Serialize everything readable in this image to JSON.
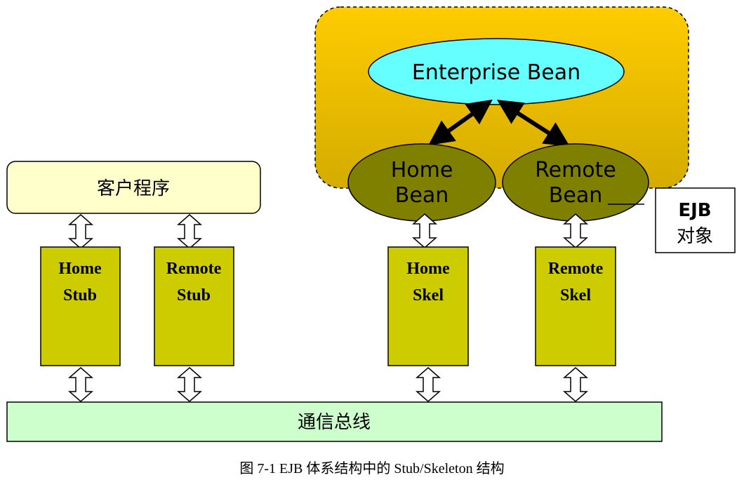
{
  "client_program": {
    "label": "客户程序"
  },
  "stubs": [
    {
      "line1": "Home",
      "line2": "Stub"
    },
    {
      "line1": "Remote",
      "line2": "Stub"
    }
  ],
  "skels": [
    {
      "line1": "Home",
      "line2": "Skel"
    },
    {
      "line1": "Remote",
      "line2": "Skel"
    }
  ],
  "enterprise_bean": {
    "label": "Enterprise Bean"
  },
  "home_bean": {
    "line1": "Home",
    "line2": "Bean"
  },
  "remote_bean": {
    "line1": "Remote",
    "line2": "Bean"
  },
  "ejb_object": {
    "line1": "EJB",
    "line2": "对象"
  },
  "comm_bus": {
    "label": "通信总线"
  },
  "caption": "图 7-1 EJB 体系结构中的 Stub/Skeleton 结构",
  "colors": {
    "container_gradient_top": "#ffcc00",
    "container_gradient_bottom": "#d9b000",
    "enterprise_bean_fill": "#66ffff",
    "bean_fill": "#808000",
    "box_fill": "#cccc00",
    "client_fill": "#ffffcc",
    "bus_fill": "#ccffcc"
  }
}
